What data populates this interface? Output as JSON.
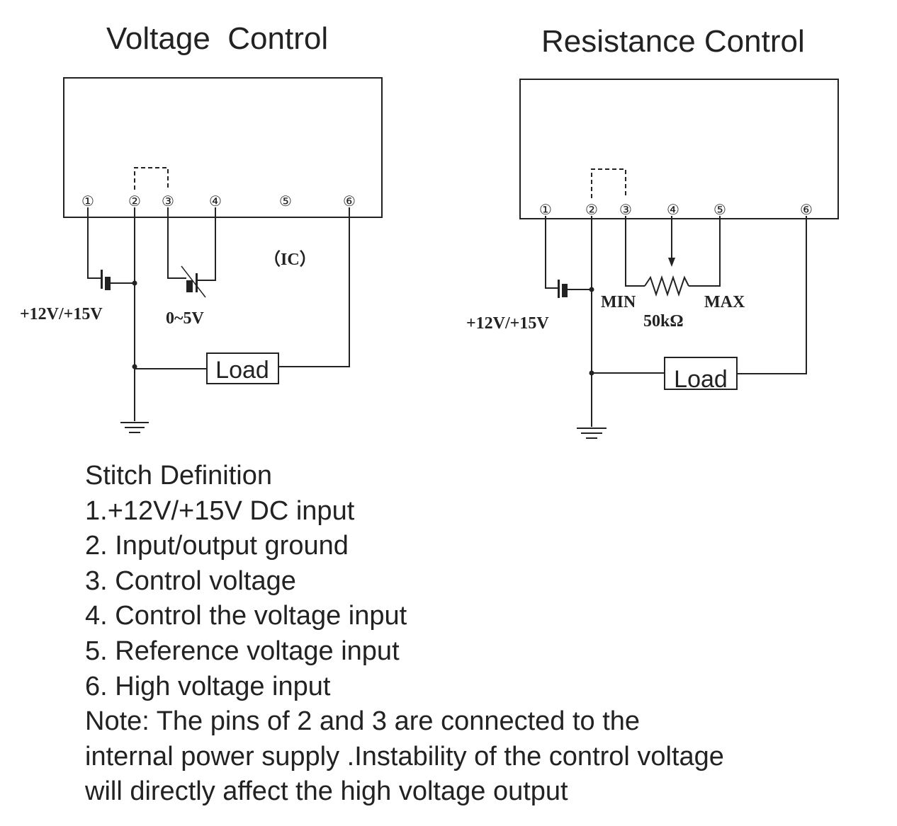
{
  "voltage_control": {
    "title": "Voltage  Control",
    "pins": [
      "①",
      "②",
      "③",
      "④",
      "⑤",
      "⑥"
    ],
    "ic_label": "（IC）",
    "supply_label": "+12V/+15V",
    "control_label": "0~5V",
    "load_label": "Load"
  },
  "resistance_control": {
    "title": "Resistance Control",
    "pins": [
      "①",
      "②",
      "③",
      "④",
      "⑤",
      "⑥"
    ],
    "supply_label": "+12V/+15V",
    "min_label": "MIN",
    "max_label": "MAX",
    "resistor_label": "50kΩ",
    "load_label": "Load"
  },
  "definitions": {
    "heading": "Stitch Definition",
    "items": [
      "1.+12V/+15V DC input",
      "2. Input/output ground",
      "3. Control voltage",
      "4. Control the voltage input",
      "5. Reference voltage input",
      "6. High voltage input"
    ],
    "note_lines": [
      "Note: The pins of 2 and 3 are connected to the",
      "internal power supply .Instability of the control voltage",
      "will directly affect the high voltage output"
    ]
  }
}
